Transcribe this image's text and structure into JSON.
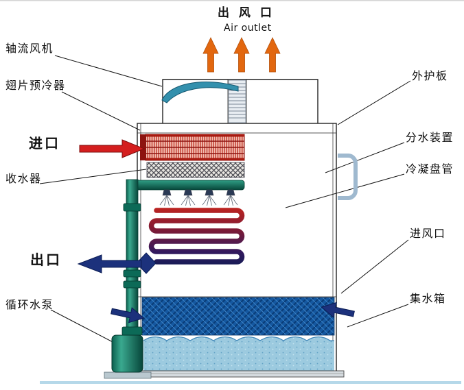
{
  "labels": {
    "air_outlet_cn": "出 风 口",
    "air_outlet_en": "Air outlet",
    "axial_fan": "轴流风机",
    "fin_precooler": "翅片预冷器",
    "inlet": "进口",
    "water_collector": "收水器",
    "outlet": "出口",
    "circulating_pump": "循环水泵",
    "outer_panel": "外护板",
    "water_distributor": "分水装置",
    "condensing_coil": "冷凝盘管",
    "air_inlet": "进风口",
    "water_tank": "集水箱"
  },
  "colors": {
    "air_arrow_orange": "#e2670f",
    "inlet_red": "#d41e1e",
    "outlet_navy": "#1c317c",
    "fan_teal": "#3390ad",
    "pipe_green_dark": "#0a5a4a",
    "pipe_green_light": "#35a88e",
    "coil_hot": "#c3251e",
    "coil_cold": "#121c55",
    "basin_blue": "#1558a0",
    "water_blue": "#9ccadf",
    "label_text": "#111111"
  }
}
